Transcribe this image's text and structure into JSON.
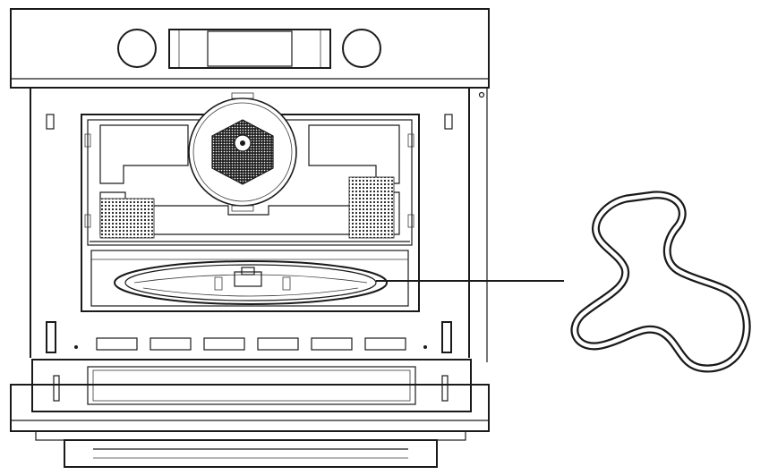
{
  "diagram": {
    "subject": "oven-cavity-with-turntable-support",
    "colors": {
      "line": "#1a1a1a",
      "background": "#ffffff",
      "mesh": "#1a1a1a"
    },
    "parts": [
      {
        "name": "control-panel",
        "icon": "control-panel-icon"
      },
      {
        "name": "left-knob",
        "icon": "knob-icon"
      },
      {
        "name": "display-window",
        "icon": "display-icon"
      },
      {
        "name": "right-knob",
        "icon": "knob-icon"
      },
      {
        "name": "oven-cavity",
        "icon": "cavity-icon"
      },
      {
        "name": "rear-fan-cover",
        "icon": "fan-cover-icon"
      },
      {
        "name": "turntable-tray",
        "icon": "turntable-icon"
      },
      {
        "name": "turntable-support",
        "icon": "roller-support-icon"
      },
      {
        "name": "door-frame",
        "icon": "door-icon"
      },
      {
        "name": "callout-line",
        "icon": "leader-line-icon"
      }
    ]
  }
}
